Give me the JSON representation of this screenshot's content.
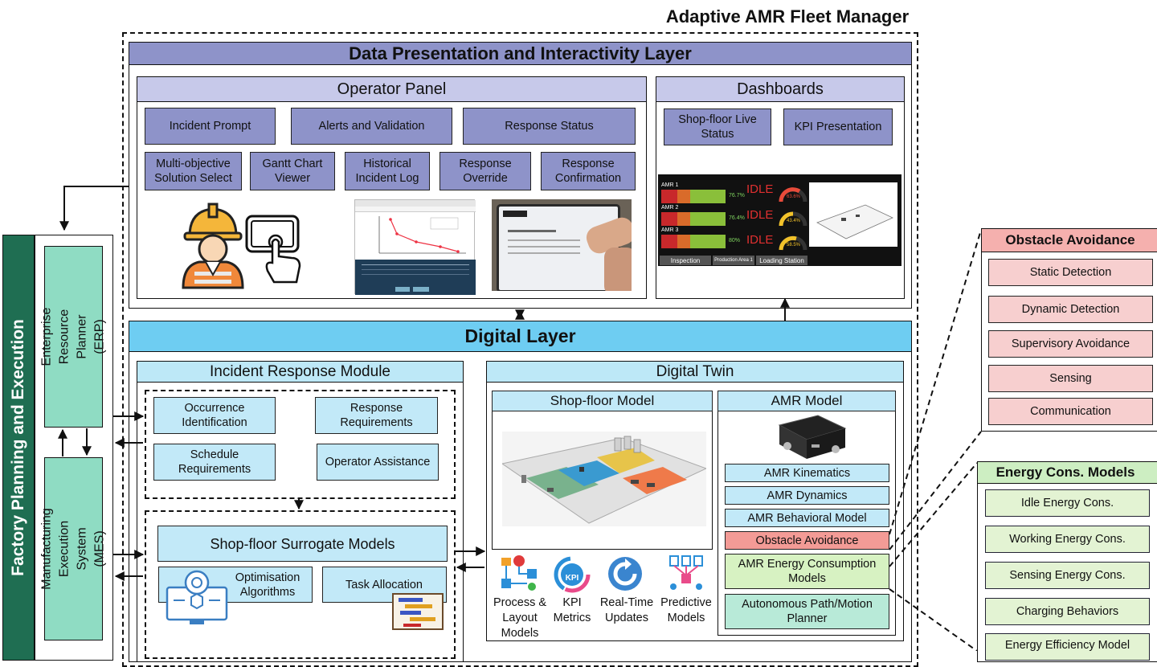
{
  "title": "Adaptive AMR Fleet Manager",
  "factory": {
    "label": "Factory Planning and Execution",
    "erp": "Enterprise Resource Planner (ERP)",
    "mes": "Manufacturing Execution System (MES)"
  },
  "data_layer": {
    "title": "Data Presentation and Interactivity Layer",
    "operator_panel": {
      "title": "Operator Panel",
      "row1": [
        "Incident Prompt",
        "Alerts and Validation",
        "Response Status"
      ],
      "row2": [
        "Multi-objective Solution Select",
        "Gantt Chart Viewer",
        "Historical Incident Log",
        "Response Override",
        "Response Confirmation"
      ]
    },
    "dashboards": {
      "title": "Dashboards",
      "items": [
        "Shop-floor Live Status",
        "KPI Presentation"
      ],
      "screen": {
        "amrs": [
          "AMR 1",
          "AMR 2",
          "AMR 3"
        ],
        "percents": [
          "76.7%",
          "76.4%",
          "80%"
        ],
        "status": "IDLE",
        "gauges": [
          "63.6%",
          "43.4%",
          "58.5%"
        ],
        "locations": [
          "Inspection",
          "Production Area 1",
          "Loading Station"
        ]
      }
    }
  },
  "digital_layer": {
    "title": "Digital Layer",
    "irm": {
      "title": "Incident Response Module",
      "items": [
        "Occurrence Identification",
        "Response Requirements",
        "Schedule Requirements",
        "Operator Assistance"
      ],
      "surrogate": "Shop-floor Surrogate Models",
      "optim": "Optimisation Algorithms",
      "task": "Task Allocation"
    },
    "twin": {
      "title": "Digital Twin",
      "shopfloor": "Shop-floor Model",
      "amr_model": "AMR Model",
      "amr_items": [
        "AMR Kinematics",
        "AMR Dynamics",
        "AMR Behavioral Model"
      ],
      "obstacle": "Obstacle Avoidance",
      "energy": "AMR Energy Consumption Models",
      "planner": "Autonomous Path/Motion Planner",
      "icons": [
        "Process & Layout Models",
        "KPI Metrics",
        "Real-Time Updates",
        "Predictive Models"
      ],
      "kpi_badge": "KPI"
    }
  },
  "obstacle_panel": {
    "title": "Obstacle Avoidance",
    "items": [
      "Static Detection",
      "Dynamic Detection",
      "Supervisory Avoidance",
      "Sensing",
      "Communication"
    ]
  },
  "energy_panel": {
    "title": "Energy Cons. Models",
    "items": [
      "Idle Energy Cons.",
      "Working Energy Cons.",
      "Sensing Energy Cons.",
      "Charging Behaviors",
      "Energy Efficiency Model"
    ]
  },
  "colors": {
    "purple": "#8e93c9",
    "purple_header": "#c7c9ea",
    "blue": "#c2e9f8",
    "digital_header": "#6ecdf2",
    "factory_green": "#1f6e52",
    "teal": "#8fdcc3",
    "pink": "#f7cfcf",
    "pink_header": "#f5b0ae",
    "green": "#e3f3d3",
    "green_header": "#cdeec2"
  }
}
